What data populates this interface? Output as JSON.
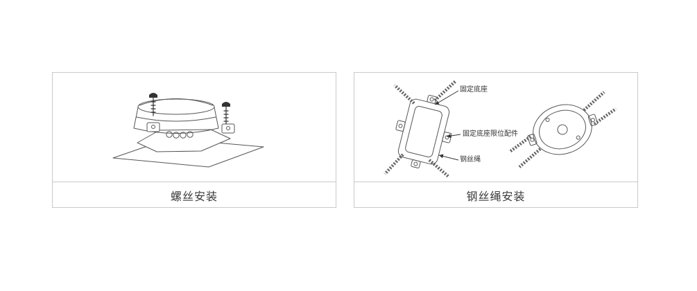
{
  "panels": {
    "screw": {
      "caption": "螺丝安装"
    },
    "wire_rope": {
      "caption": "钢丝绳安装",
      "labels": {
        "fixed_base": "固定底座",
        "limit_accessory": "固定底座限位配件",
        "wire_rope": "钢丝绳"
      }
    }
  },
  "colors": {
    "panel_border": "#c9c9c9",
    "line_art": "#555555",
    "caption_text": "#3a3a3a",
    "label_text": "#333333",
    "background": "#ffffff"
  }
}
